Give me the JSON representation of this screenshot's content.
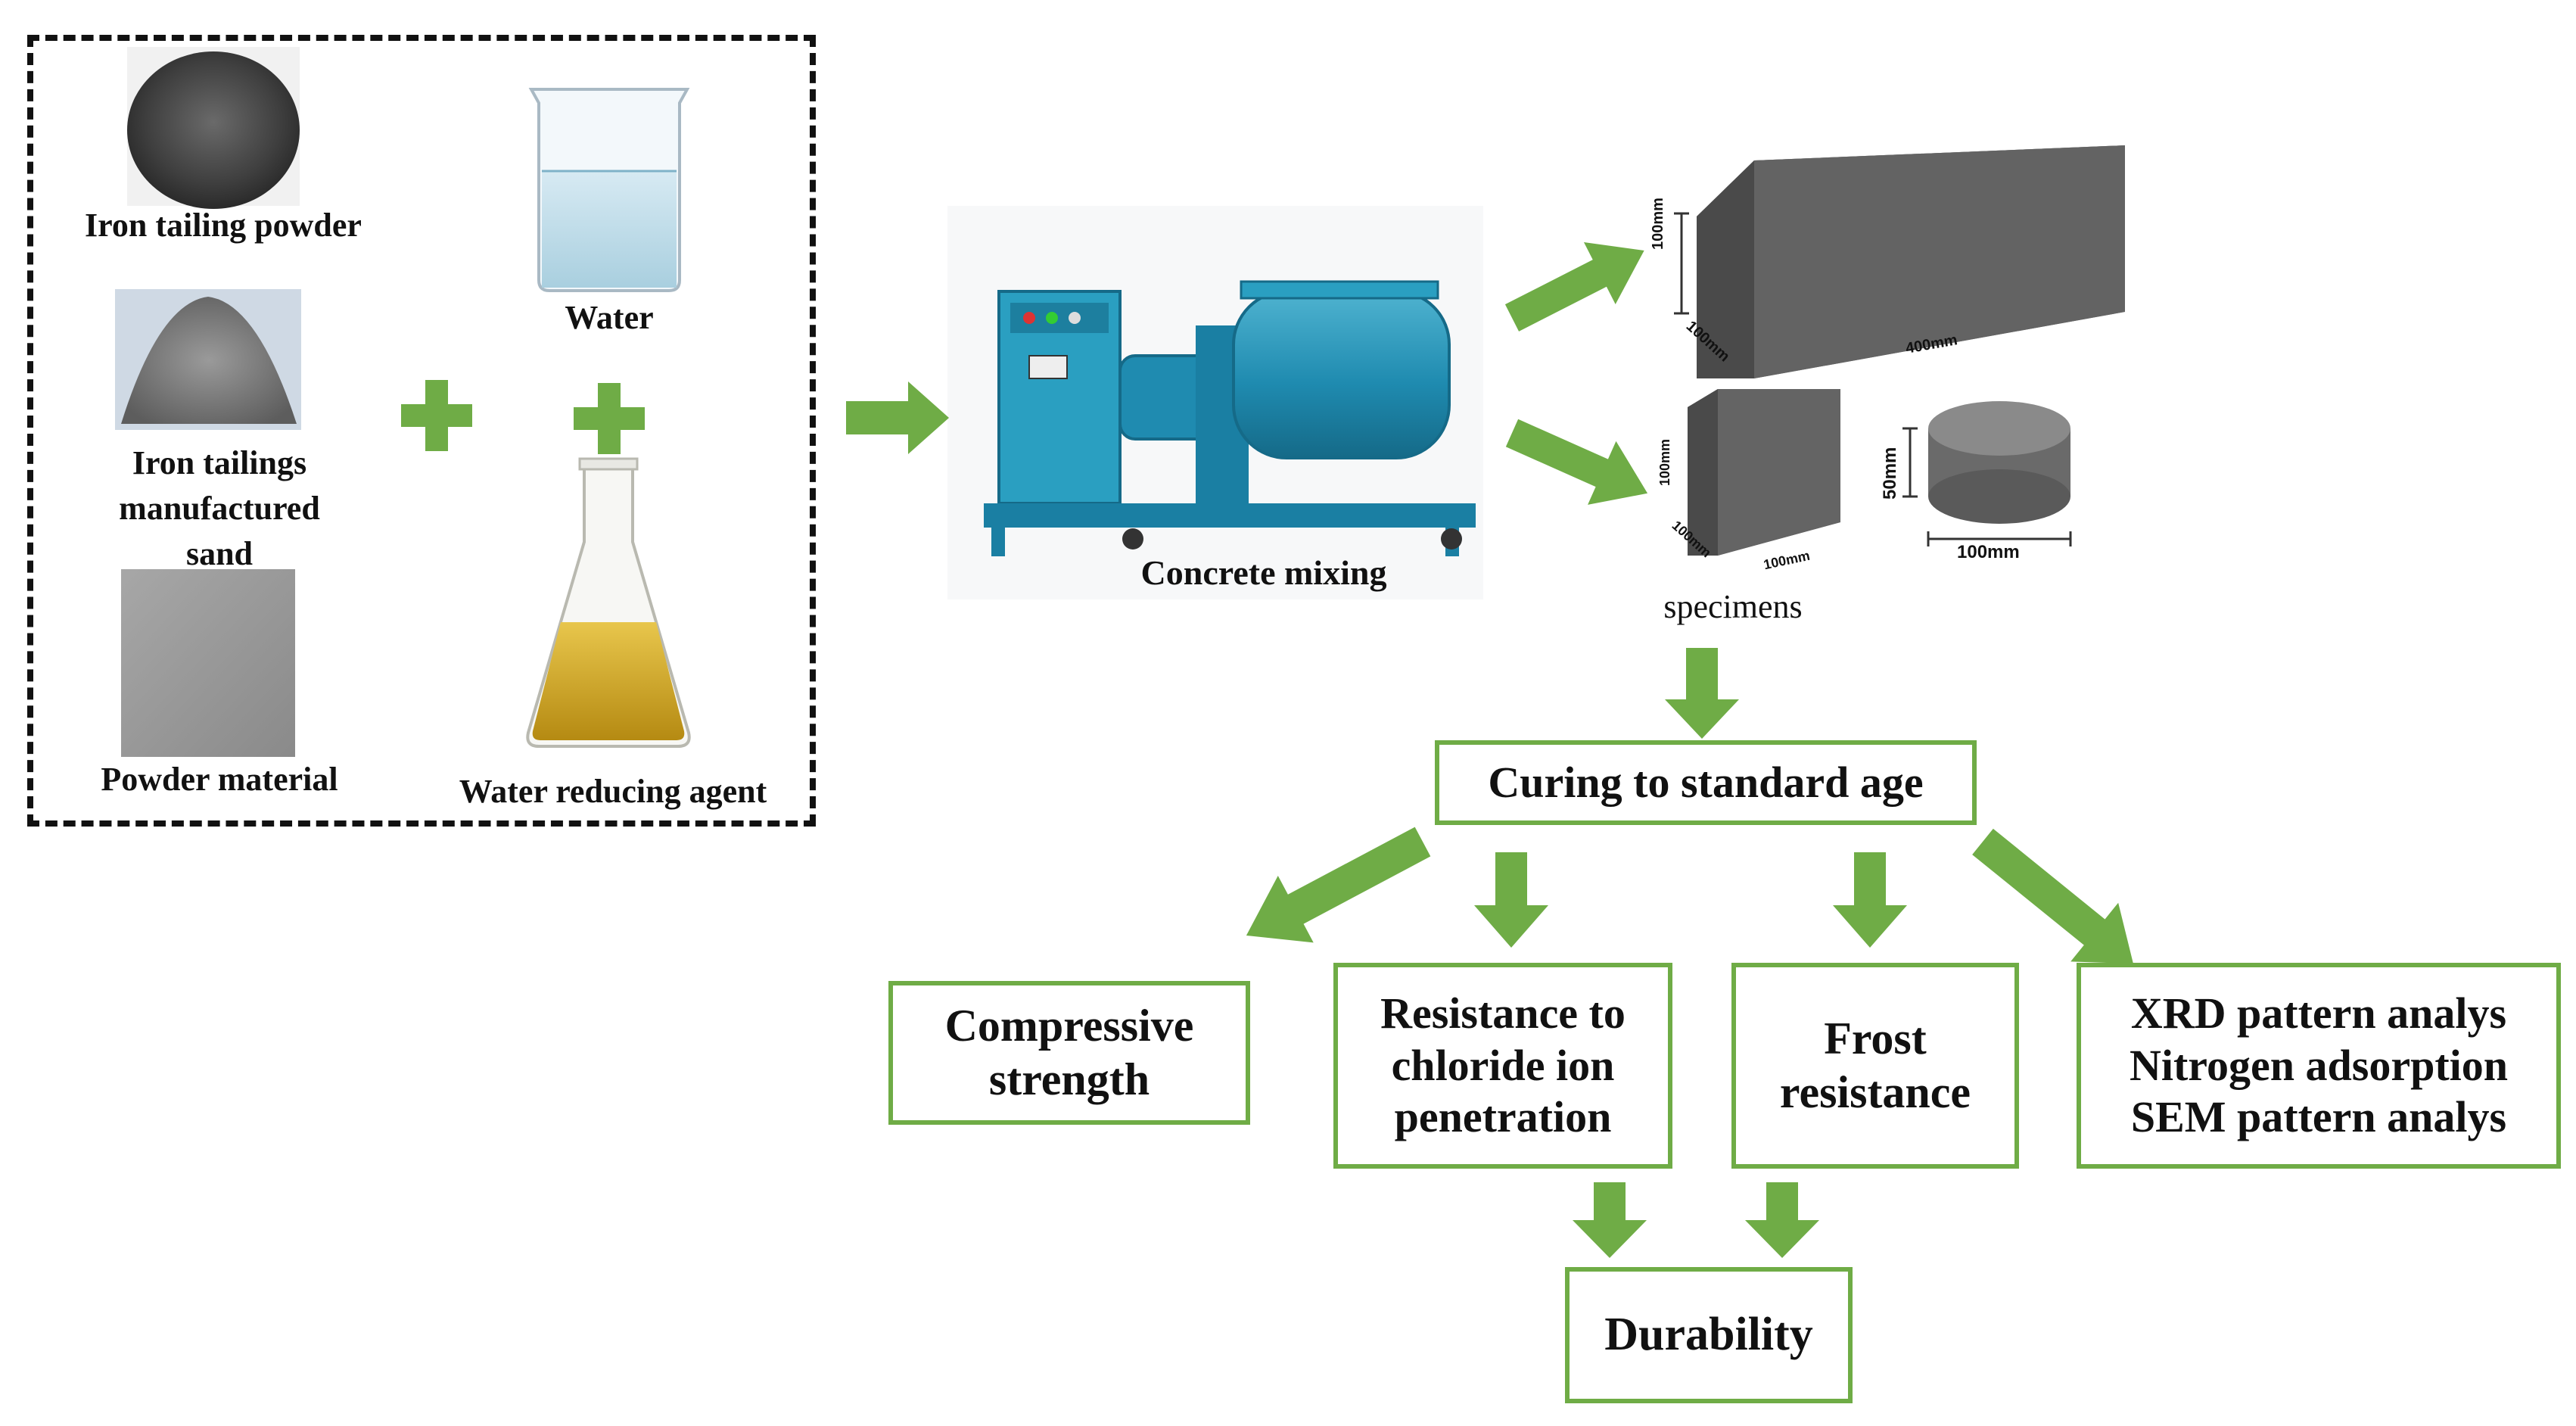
{
  "colors": {
    "arrow_green": "#6fac46",
    "box_border": "#6fac46",
    "text": "#111111"
  },
  "ingredients": {
    "iron_tailing_powder": "Iron tailing powder",
    "water": "Water",
    "iron_tailings_sand": "Iron tailings\nmanufactured\nsand",
    "powder_material": "Powder material",
    "water_reducing_agent": "Water reducing agent"
  },
  "mixing": {
    "label": "Concrete mixing"
  },
  "specimens": {
    "label": "specimens",
    "prism": {
      "height": "100mm",
      "depth": "100mm",
      "length": "400mm"
    },
    "cube": {
      "height": "100mm",
      "depth": "100mm",
      "width": "100mm"
    },
    "cylinder": {
      "height": "50mm",
      "diameter": "100mm"
    }
  },
  "curing": {
    "label": "Curing to standard age"
  },
  "tests": {
    "compressive": "Compressive\nstrength",
    "chloride": "Resistance to\nchloride ion\npenetration",
    "frost": "Frost\nresistance",
    "analysis": "XRD pattern analys\nNitrogen adsorption\nSEM pattern analys"
  },
  "durability": {
    "label": "Durability"
  }
}
